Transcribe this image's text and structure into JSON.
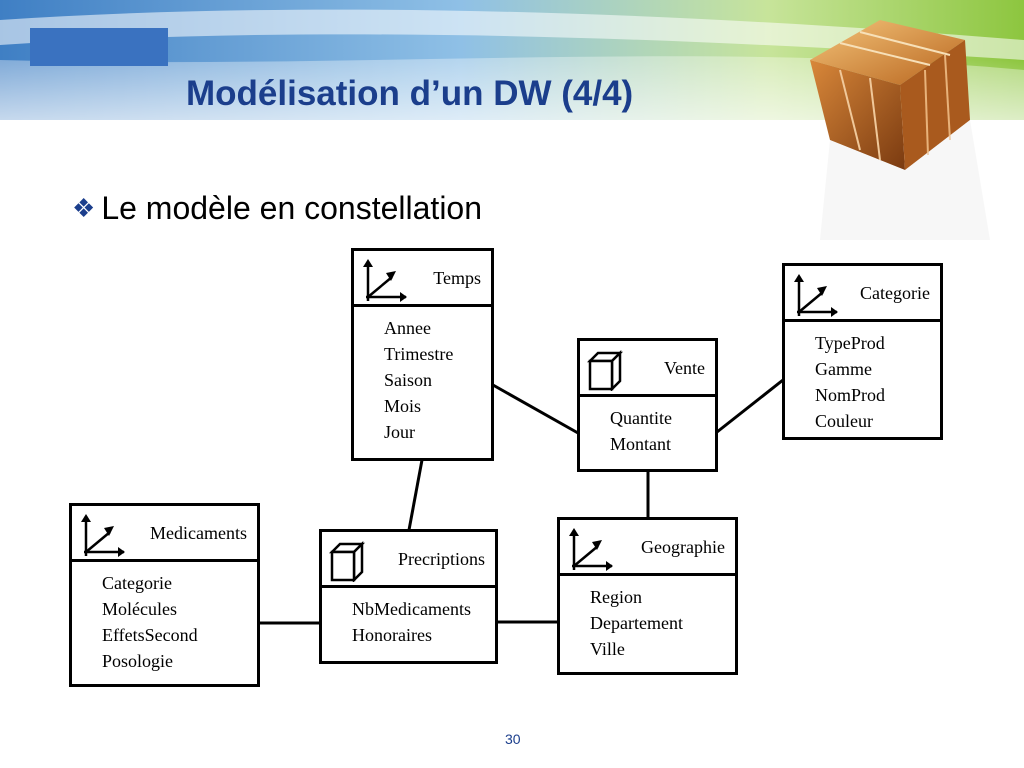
{
  "slide": {
    "title": "Modélisation d’un DW (4/4)",
    "bullet": "Le modèle en constellation",
    "page_number": "30",
    "title_color": "#1b3e8c"
  },
  "diagram": {
    "dimensions": [
      {
        "id": "temps",
        "name": "Temps",
        "icon": "axes-icon",
        "attributes": [
          "Annee",
          "Trimestre",
          "Saison",
          "Mois",
          "Jour"
        ]
      },
      {
        "id": "categorie",
        "name": "Categorie",
        "icon": "axes-icon",
        "attributes": [
          "TypeProd",
          "Gamme",
          "NomProd",
          "Couleur"
        ]
      },
      {
        "id": "medicaments",
        "name": "Medicaments",
        "icon": "axes-icon",
        "attributes": [
          "Categorie",
          "Molécules",
          "EffetsSecond",
          "Posologie"
        ]
      },
      {
        "id": "geographie",
        "name": "Geographie",
        "icon": "axes-icon",
        "attributes": [
          "Region",
          "Departement",
          "Ville"
        ]
      }
    ],
    "facts": [
      {
        "id": "vente",
        "name": "Vente",
        "icon": "cube-icon",
        "attributes": [
          "Quantite",
          "Montant"
        ]
      },
      {
        "id": "prescriptions",
        "name": "Precriptions",
        "icon": "cube-icon",
        "attributes": [
          "NbMedicaments",
          "Honoraires"
        ]
      }
    ],
    "links": [
      [
        "temps",
        "vente"
      ],
      [
        "categorie",
        "vente"
      ],
      [
        "vente",
        "geographie"
      ],
      [
        "temps",
        "prescriptions"
      ],
      [
        "medicaments",
        "prescriptions"
      ],
      [
        "prescriptions",
        "geographie"
      ]
    ]
  }
}
